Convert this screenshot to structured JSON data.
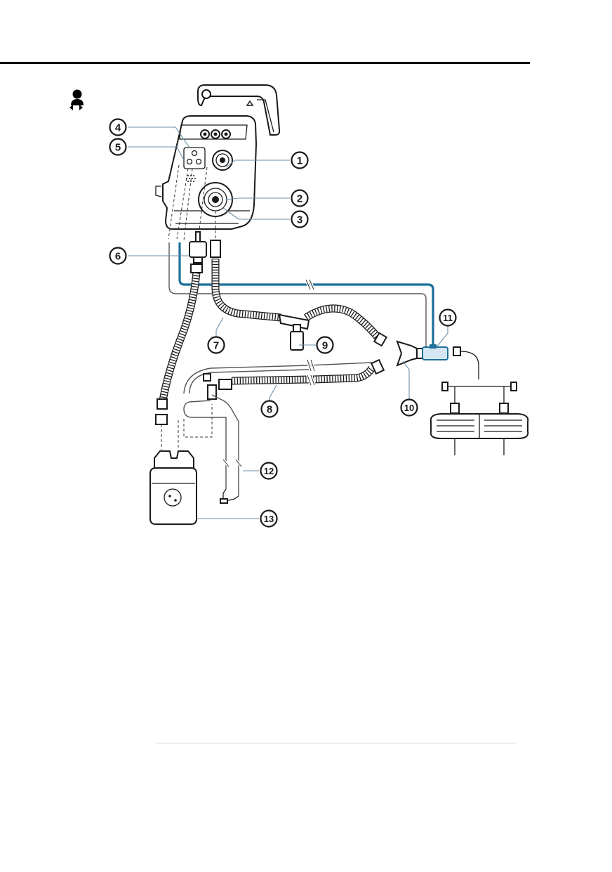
{
  "icons": {
    "patient_group": "infant-icon"
  },
  "callouts": [
    {
      "id": "c1",
      "label": "1"
    },
    {
      "id": "c2",
      "label": "2"
    },
    {
      "id": "c3",
      "label": "3"
    },
    {
      "id": "c4",
      "label": "4"
    },
    {
      "id": "c5",
      "label": "5"
    },
    {
      "id": "c6",
      "label": "6"
    },
    {
      "id": "c7",
      "label": "7"
    },
    {
      "id": "c8",
      "label": "8"
    },
    {
      "id": "c9",
      "label": "9"
    },
    {
      "id": "c10",
      "label": "10"
    },
    {
      "id": "c11",
      "label": "11"
    },
    {
      "id": "c12",
      "label": "12"
    },
    {
      "id": "c13",
      "label": "13"
    }
  ],
  "colors": {
    "accent_blue": "#1b6f9a",
    "leader_line": "#6a8fa8",
    "outline": "#1a1a1a"
  }
}
